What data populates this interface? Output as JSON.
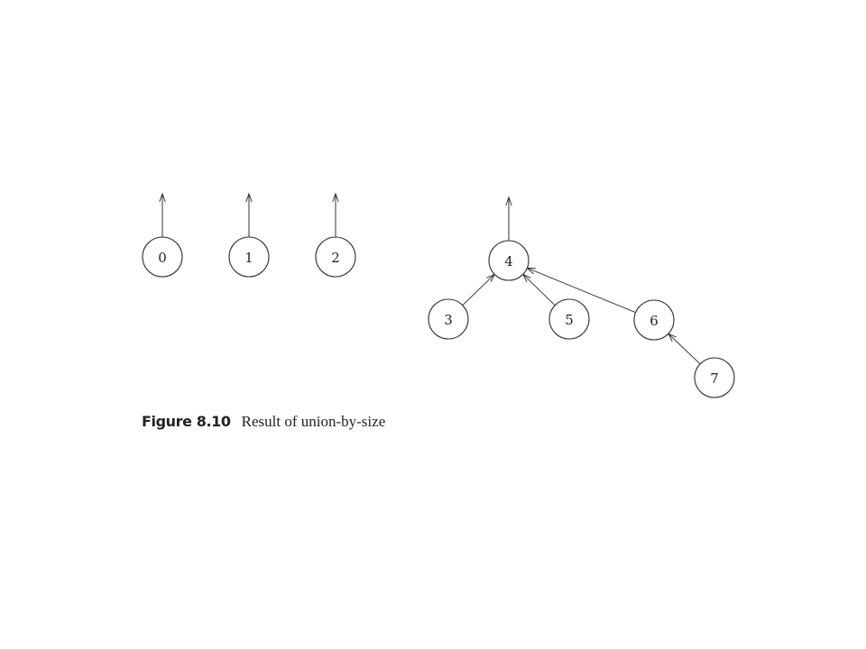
{
  "figure": {
    "label": "Figure 8.10",
    "caption": "Result of union-by-size"
  },
  "nodes": [
    {
      "id": "0",
      "label": "0"
    },
    {
      "id": "1",
      "label": "1"
    },
    {
      "id": "2",
      "label": "2"
    },
    {
      "id": "4",
      "label": "4"
    },
    {
      "id": "3",
      "label": "3"
    },
    {
      "id": "5",
      "label": "5"
    },
    {
      "id": "6",
      "label": "6"
    },
    {
      "id": "7",
      "label": "7"
    }
  ],
  "edges": [
    {
      "from": "3",
      "to": "4"
    },
    {
      "from": "5",
      "to": "4"
    },
    {
      "from": "6",
      "to": "4"
    },
    {
      "from": "7",
      "to": "6"
    }
  ],
  "roots": [
    "0",
    "1",
    "2",
    "4"
  ]
}
